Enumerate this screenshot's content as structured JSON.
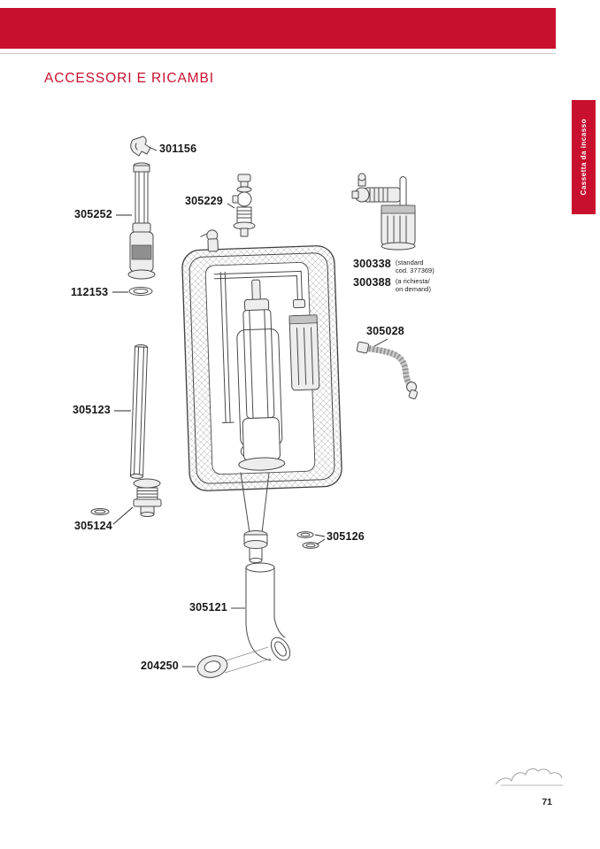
{
  "accent_color": "#c8102e",
  "page": {
    "title": "ACCESSORI E RICAMBI",
    "side_tab": "Cassetta da incasso",
    "page_number": "71"
  },
  "parts": [
    {
      "code": "301156"
    },
    {
      "code": "305252"
    },
    {
      "code": "305229"
    },
    {
      "code": "112153"
    },
    {
      "code": "300338",
      "note_line1": "(standard",
      "note_line2": "cod. 377369)"
    },
    {
      "code": "300388",
      "note_line1": "(a richiesta/",
      "note_line2": "on demand)"
    },
    {
      "code": "305028"
    },
    {
      "code": "305123"
    },
    {
      "code": "305124"
    },
    {
      "code": "305126"
    },
    {
      "code": "305121"
    },
    {
      "code": "204250"
    }
  ]
}
